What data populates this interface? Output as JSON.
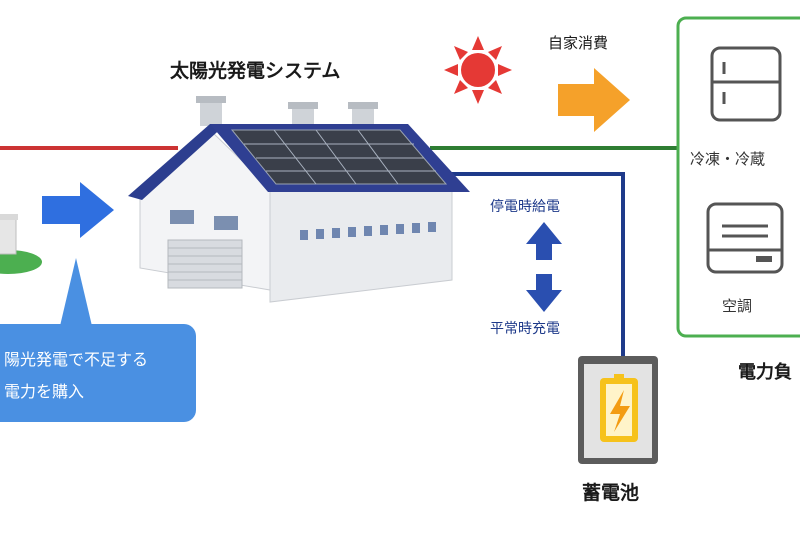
{
  "labels": {
    "title": "太陽光発電システム",
    "self_consumption": "自家消費",
    "outage_supply": "停電時給電",
    "normal_charge": "平常時充電",
    "fridge": "冷凍・冷蔵",
    "aircon": "空調",
    "power_load": "電力負",
    "battery": "蓄電池"
  },
  "callout": {
    "line1": "陽光発電で不足する",
    "line2": "電力を購入"
  },
  "colors": {
    "grid_line": "#cc3333",
    "supply_line": "#2e7d32",
    "battery_line": "#1e3a8a",
    "arrow_orange": "#f5a12a",
    "arrow_blue": "#2f6fe0",
    "sun": "#e53935",
    "load_border": "#4caf50",
    "callout_bg": "#4a90e2"
  },
  "icons": [
    "sun-icon",
    "factory-icon",
    "solar-panel-icon",
    "fridge-icon",
    "aircon-icon",
    "battery-icon",
    "lightning-icon",
    "grid-meter-icon"
  ]
}
